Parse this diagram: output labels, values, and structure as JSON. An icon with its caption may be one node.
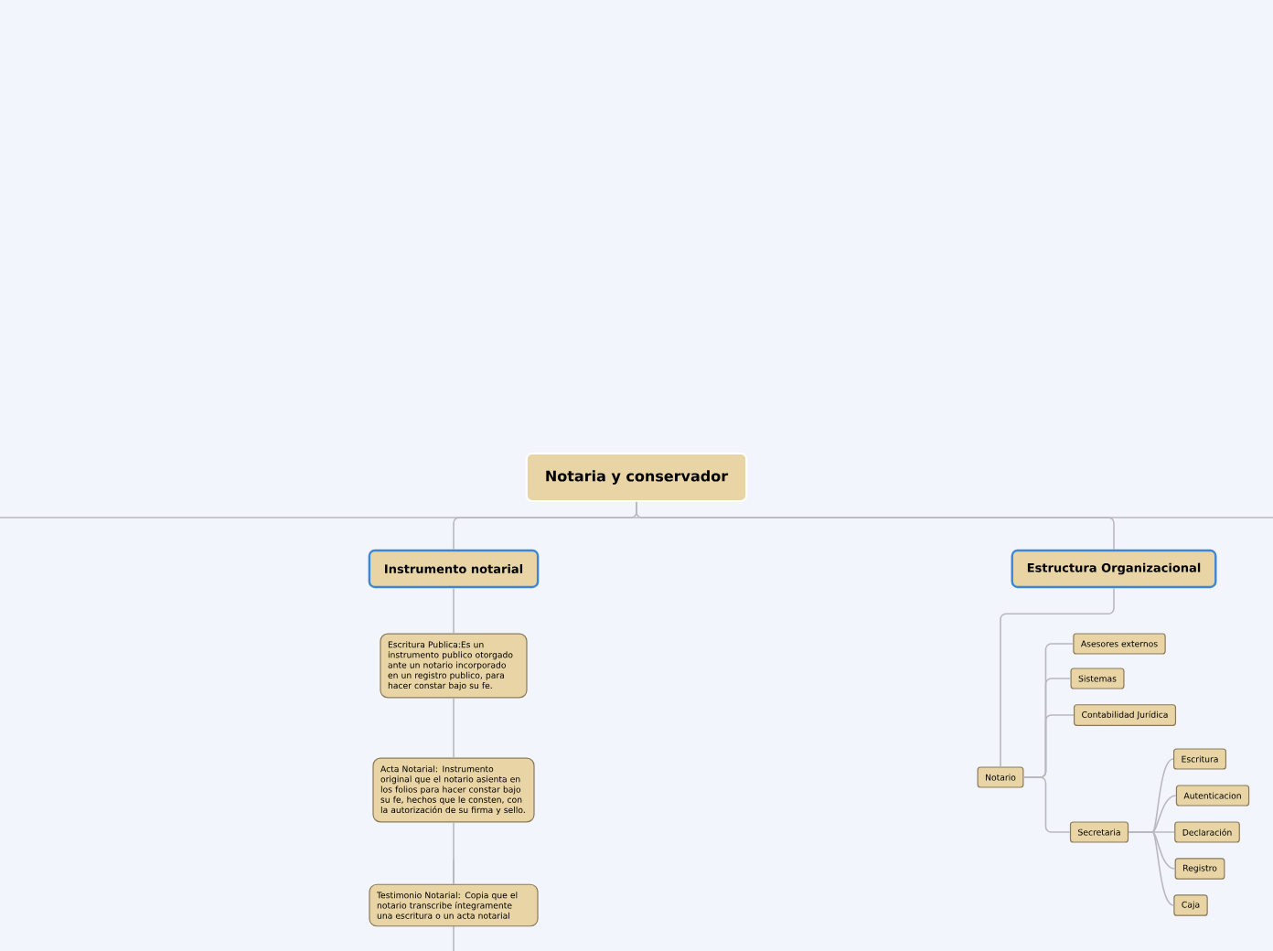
{
  "diagram": {
    "nodes": [
      {
        "text": [
          "Notaria y conservador"
        ]
      },
      {
        "text": [
          "Instrumento notarial"
        ]
      },
      {
        "text": [
          "Escritura Publica:Es un instrumento publico otorgado ante un notario incorporado en un registro publico, para hacer constar bajo su fe."
        ]
      },
      {
        "text": [
          "Acta Notarial: Instrumento original que el notario asienta en los folios para hacer constar bajo su fe, hechos que le consten, con la autorización de su firma y sello."
        ]
      },
      {
        "text": [
          "Testimonio Notarial: Copia que el notario transcribe íntegramente una escritura o un acta notarial"
        ]
      },
      {
        "text": [
          "Estructura Organizacional"
        ]
      },
      {
        "text": [
          "Notario"
        ]
      },
      {
        "text": [
          "Asesores externos"
        ]
      },
      {
        "text": [
          "Sistemas"
        ]
      },
      {
        "text": [
          "Contabilidad Jurídica"
        ]
      },
      {
        "text": [
          "Secretaria"
        ]
      },
      {
        "text": [
          "Escritura"
        ]
      },
      {
        "text": [
          "Autenticacion"
        ]
      },
      {
        "text": [
          "Declaración"
        ]
      },
      {
        "text": [
          "Registro"
        ]
      },
      {
        "text": [
          "Caja"
        ]
      }
    ],
    "edges": [
      {
        "from": 0,
        "to": 1,
        "arrow": "none"
      },
      {
        "from": 0,
        "to": 5,
        "arrow": "none"
      },
      {
        "from": 1,
        "to": 2,
        "arrow": "none"
      },
      {
        "from": 2,
        "to": 3,
        "arrow": "none"
      },
      {
        "from": 3,
        "to": 4,
        "arrow": "none"
      },
      {
        "from": 5,
        "to": 6,
        "arrow": "none"
      },
      {
        "from": 6,
        "to": 7,
        "arrow": "none"
      },
      {
        "from": 6,
        "to": 8,
        "arrow": "none"
      },
      {
        "from": 6,
        "to": 9,
        "arrow": "none"
      },
      {
        "from": 6,
        "to": 10,
        "arrow": "none"
      },
      {
        "from": 10,
        "to": 11,
        "arrow": "none"
      },
      {
        "from": 10,
        "to": 12,
        "arrow": "none"
      },
      {
        "from": 10,
        "to": 13,
        "arrow": "none"
      },
      {
        "from": 10,
        "to": 14,
        "arrow": "none"
      },
      {
        "from": 10,
        "to": 15,
        "arrow": "none"
      }
    ]
  }
}
